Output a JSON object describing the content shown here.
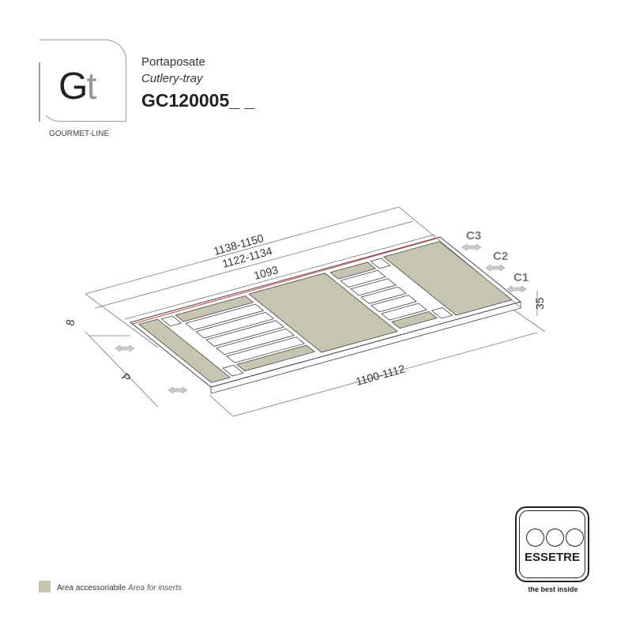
{
  "header": {
    "logo_letters": "Gt",
    "brand_line": "GOURMET-LINE",
    "title_it": "Portaposate",
    "title_en": "Cutlery-tray",
    "code": "GC120005_ _"
  },
  "dimensions": {
    "overall_outer": "1138-1150",
    "overall_mid": "1122-1134",
    "inner": "1093",
    "front": "1100-1112",
    "depth": "P",
    "offset": "8",
    "height": "35",
    "c1": "C1",
    "c2": "C2",
    "c3": "C3"
  },
  "legend": {
    "label_it": "Area accessoriabile",
    "label_en": "Area for inserts",
    "swatch_color": "#c5c5b0"
  },
  "footer_logo": {
    "name": "ESSETRE",
    "tagline": "the best inside"
  }
}
